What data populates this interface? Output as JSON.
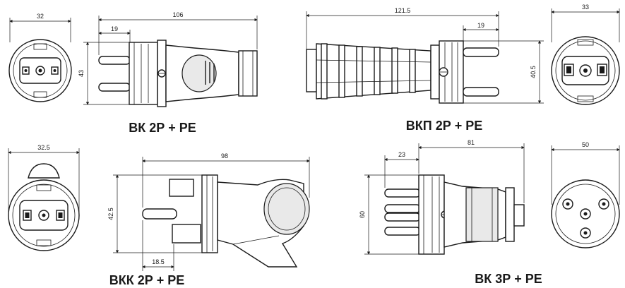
{
  "captions": {
    "vk_2p_pe": "ВК 2Р + РЕ",
    "vkp_2p_pe": "ВКП 2Р + РЕ",
    "vkk_2p_pe": "ВКК 2Р + РЕ",
    "vk_3p_pe": "ВК 3Р + РЕ"
  },
  "dimensions": {
    "vk_front_width": "32",
    "vk_length": "106",
    "vk_pin_length": "19",
    "vk_height": "43",
    "vkp_length": "121.5",
    "vkp_pin_length": "19",
    "vkp_height": "40.5",
    "vkp_front_width": "33",
    "vkk_front_width": "32.5",
    "vkk_length": "98",
    "vkk_height": "42.5",
    "vkk_pin_length": "18.5",
    "vk3_pin_length": "23",
    "vk3_length": "81",
    "vk3_height": "60",
    "vk3_front_width": "50"
  }
}
